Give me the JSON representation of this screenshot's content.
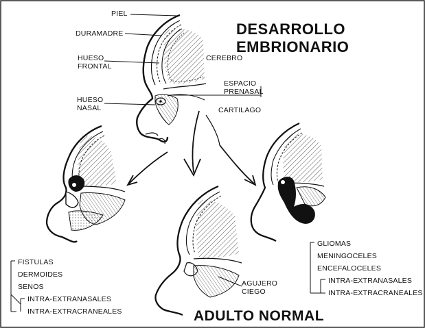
{
  "titles": {
    "top_line1": "DESARROLLO",
    "top_line2": "EMBRIONARIO",
    "bottom": "ADULTO NORMAL"
  },
  "labels": {
    "piel": "PIEL",
    "duramadre": "DURAMADRE",
    "hueso_frontal_1": "HUESO",
    "hueso_frontal_2": "FRONTAL",
    "cerebro": "CEREBRO",
    "espacio_prenasal_1": "ESPACIO",
    "espacio_prenasal_2": "PRENASAL",
    "hueso_nasal_1": "HUESO",
    "hueso_nasal_2": "NASAL",
    "cartilago": "CARTILAGO",
    "agujero_ciego_1": "AGUJERO",
    "agujero_ciego_2": "CIEGO"
  },
  "left_list": {
    "items": [
      "FISTULAS",
      "DERMOIDES",
      "SENOS"
    ],
    "sub_items": [
      "INTRA-EXTRANASALES",
      "INTRA-EXTRACRANEALES"
    ]
  },
  "right_list": {
    "items": [
      "GLIOMAS",
      "MENINGOCELES",
      "ENCEFALOCELES"
    ],
    "sub_items": [
      "INTRA-EXTRANASALES",
      "INTRA-EXTRACRANEALES"
    ]
  }
}
